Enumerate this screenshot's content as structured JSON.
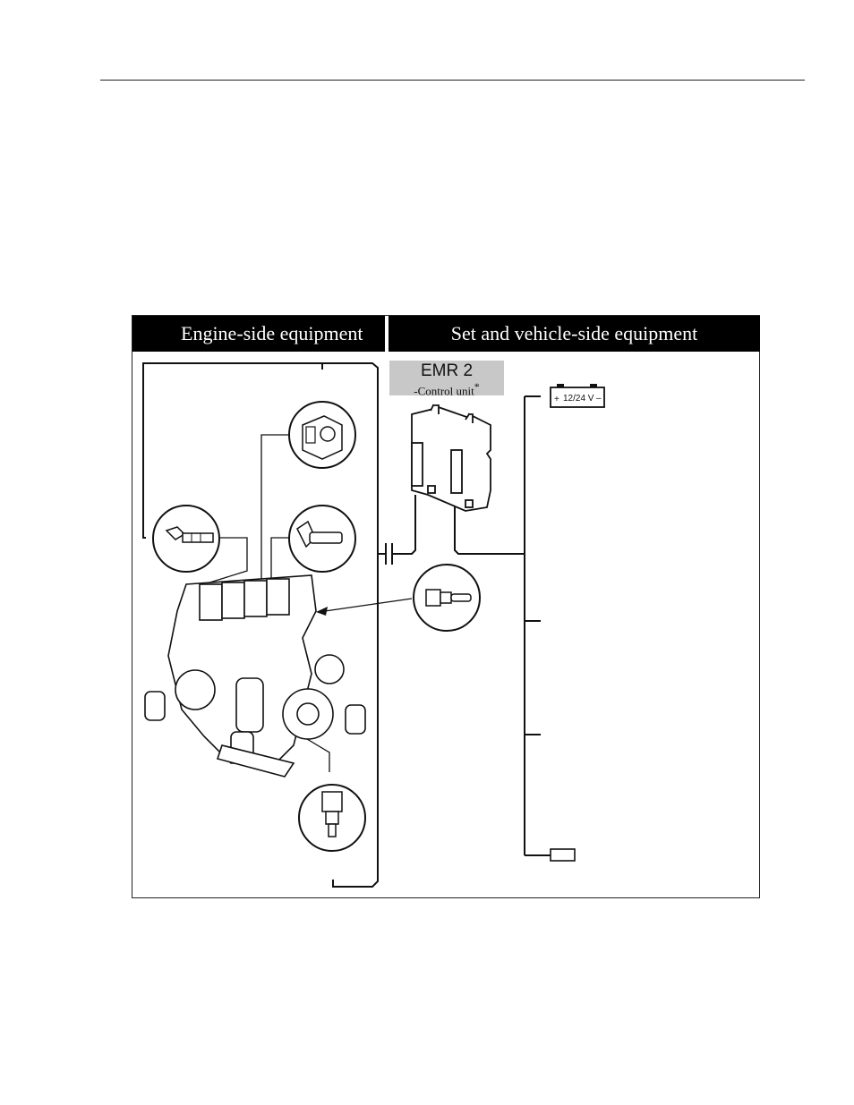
{
  "header": {
    "engine_side": "Engine-side equipment",
    "vehicle_side": "Set and vehicle-side equipment"
  },
  "control_unit": {
    "title": "EMR 2",
    "subtitle": "-Control unit",
    "footnote_mark": "*"
  },
  "battery": {
    "plus": "+",
    "label": "12/24 V",
    "minus": "–"
  }
}
